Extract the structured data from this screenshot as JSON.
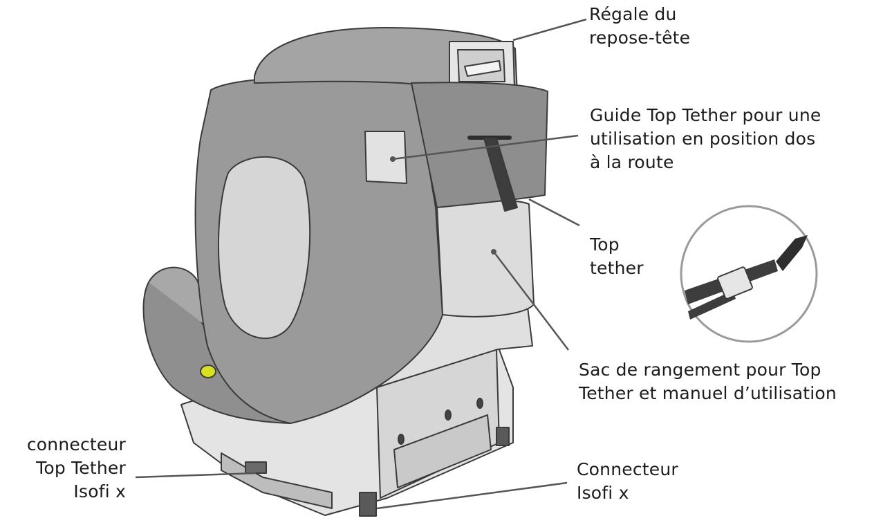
{
  "labels": {
    "headrest_adjust": [
      "Régale du",
      "repose-tête"
    ],
    "top_tether_guide": [
      "Guide Top Tether pour une",
      "utilisation en position dos",
      "à la route"
    ],
    "top_tether": [
      "Top",
      "tether"
    ],
    "storage_bag": [
      "Sac de rangement pour Top",
      "Tether et manuel d’utilisation"
    ],
    "top_tether_connector": [
      "connecteur",
      "Top Tether",
      "Isofi x"
    ],
    "isofix_connector": [
      "Connecteur",
      "Isofi x"
    ]
  },
  "colors": {
    "shell_dark": "#8f8f8f",
    "shell_mid": "#a8a8a8",
    "panel_light": "#d8d8d8",
    "base_light": "#e4e4e4",
    "outline": "#3a3a3a",
    "strap": "#3d3d3d",
    "accent_yellow": "#d6e21c",
    "leader_line": "#555555"
  }
}
